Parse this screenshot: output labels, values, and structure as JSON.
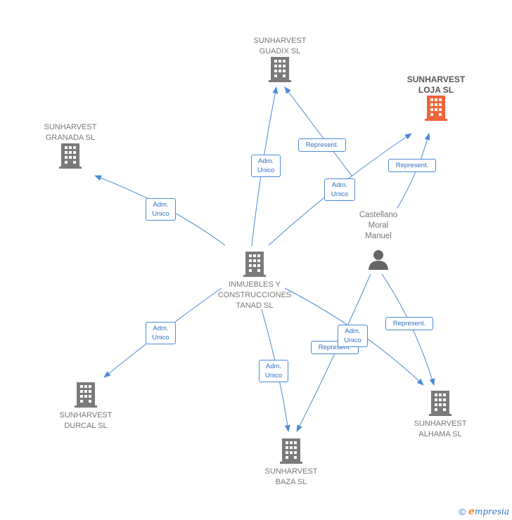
{
  "colors": {
    "edge": "#4a8ad6",
    "building": "#7a7a7a",
    "building_highlight": "#f0643a",
    "person": "#666666"
  },
  "nodes": {
    "guadix": {
      "line1": "SUNHARVEST",
      "line2": "GUADIX SL"
    },
    "loja": {
      "line1": "SUNHARVEST",
      "line2": "LOJA SL"
    },
    "granada": {
      "line1": "SUNHARVEST",
      "line2": "GRANADA SL"
    },
    "center": {
      "line1": "INMUEBLES Y",
      "line2": "CONSTRUCCIONES",
      "line3": "TANAD  SL"
    },
    "person": {
      "line1": "Castellano",
      "line2": "Moral",
      "line3": "Manuel"
    },
    "durcal": {
      "line1": "SUNHARVEST",
      "line2": "DURCAL SL"
    },
    "alhama": {
      "line1": "SUNHARVEST",
      "line2": "ALHAMA SL"
    },
    "baza": {
      "line1": "SUNHARVEST",
      "line2": "BAZA SL"
    }
  },
  "edge_labels": {
    "adm_granada": {
      "line1": "Adm.",
      "line2": "Unico"
    },
    "adm_guadix": {
      "line1": "Adm.",
      "line2": "Unico"
    },
    "rep_guadix": {
      "line1": "Represent."
    },
    "adm_loja": {
      "line1": "Adm.",
      "line2": "Unico"
    },
    "rep_loja": {
      "line1": "Represent."
    },
    "adm_durcal": {
      "line1": "Adm.",
      "line2": "Unico"
    },
    "adm_baza": {
      "line1": "Adm.",
      "line2": "Unico"
    },
    "rep_baza": {
      "line1": "Represent."
    },
    "adm_alhama": {
      "line1": "Adm.",
      "line2": "Unico"
    },
    "rep_alhama": {
      "line1": "Represent."
    }
  },
  "footer": {
    "copyright": "©",
    "brand_first": "e",
    "brand_rest": "mpresia"
  }
}
